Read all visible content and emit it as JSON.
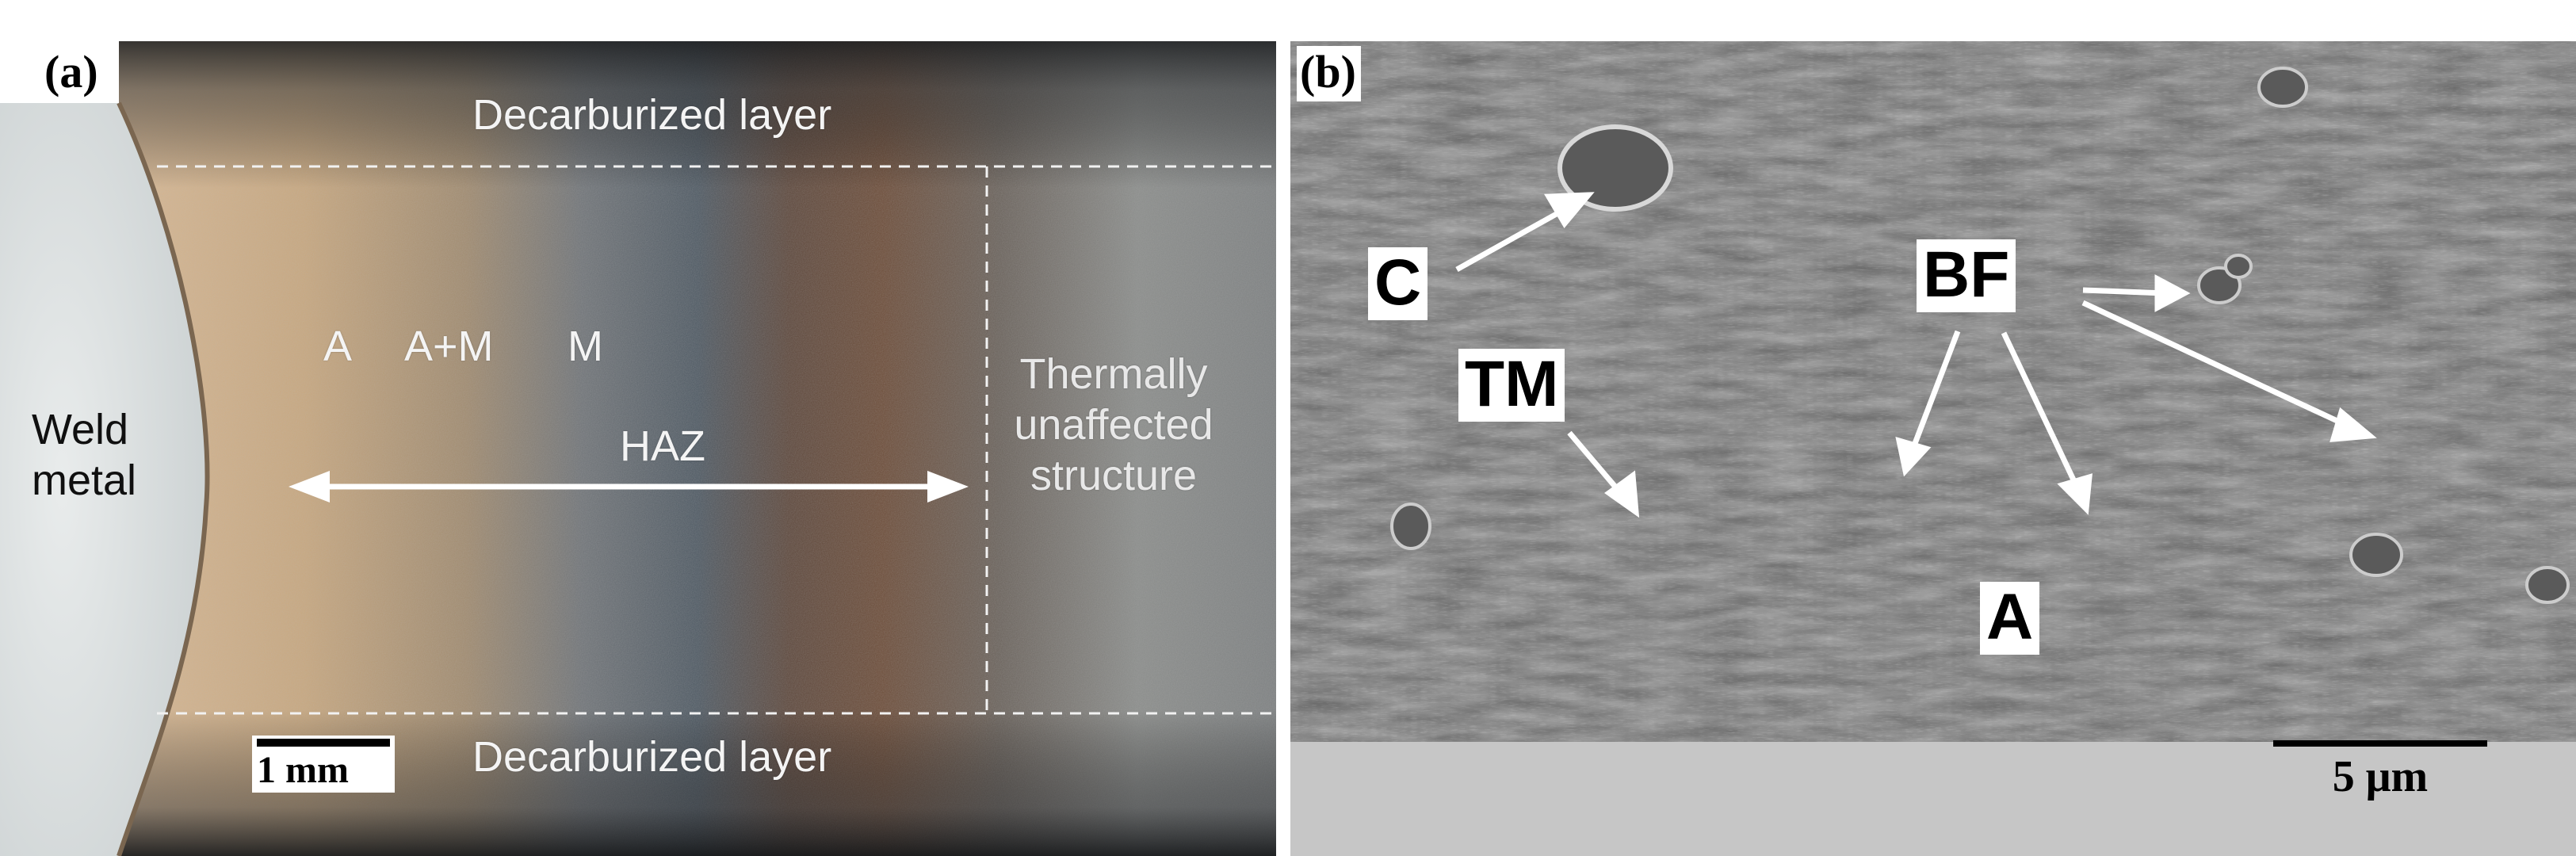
{
  "panel_a": {
    "label": "(a)",
    "decarburized_top": "Decarburized layer",
    "decarburized_bottom": "Decarburized layer",
    "zone_a": "A",
    "zone_am": "A+M",
    "zone_m": "M",
    "haz": "HAZ",
    "weld_metal": "Weld metal",
    "thermally_unaffected": "Thermally unaffected structure",
    "scale_bar": "1 mm"
  },
  "panel_b": {
    "label": "(b)",
    "label_c": "C",
    "label_tm": "TM",
    "label_bf": "BF",
    "label_a": "A",
    "scale_bar": "5 μm"
  }
}
